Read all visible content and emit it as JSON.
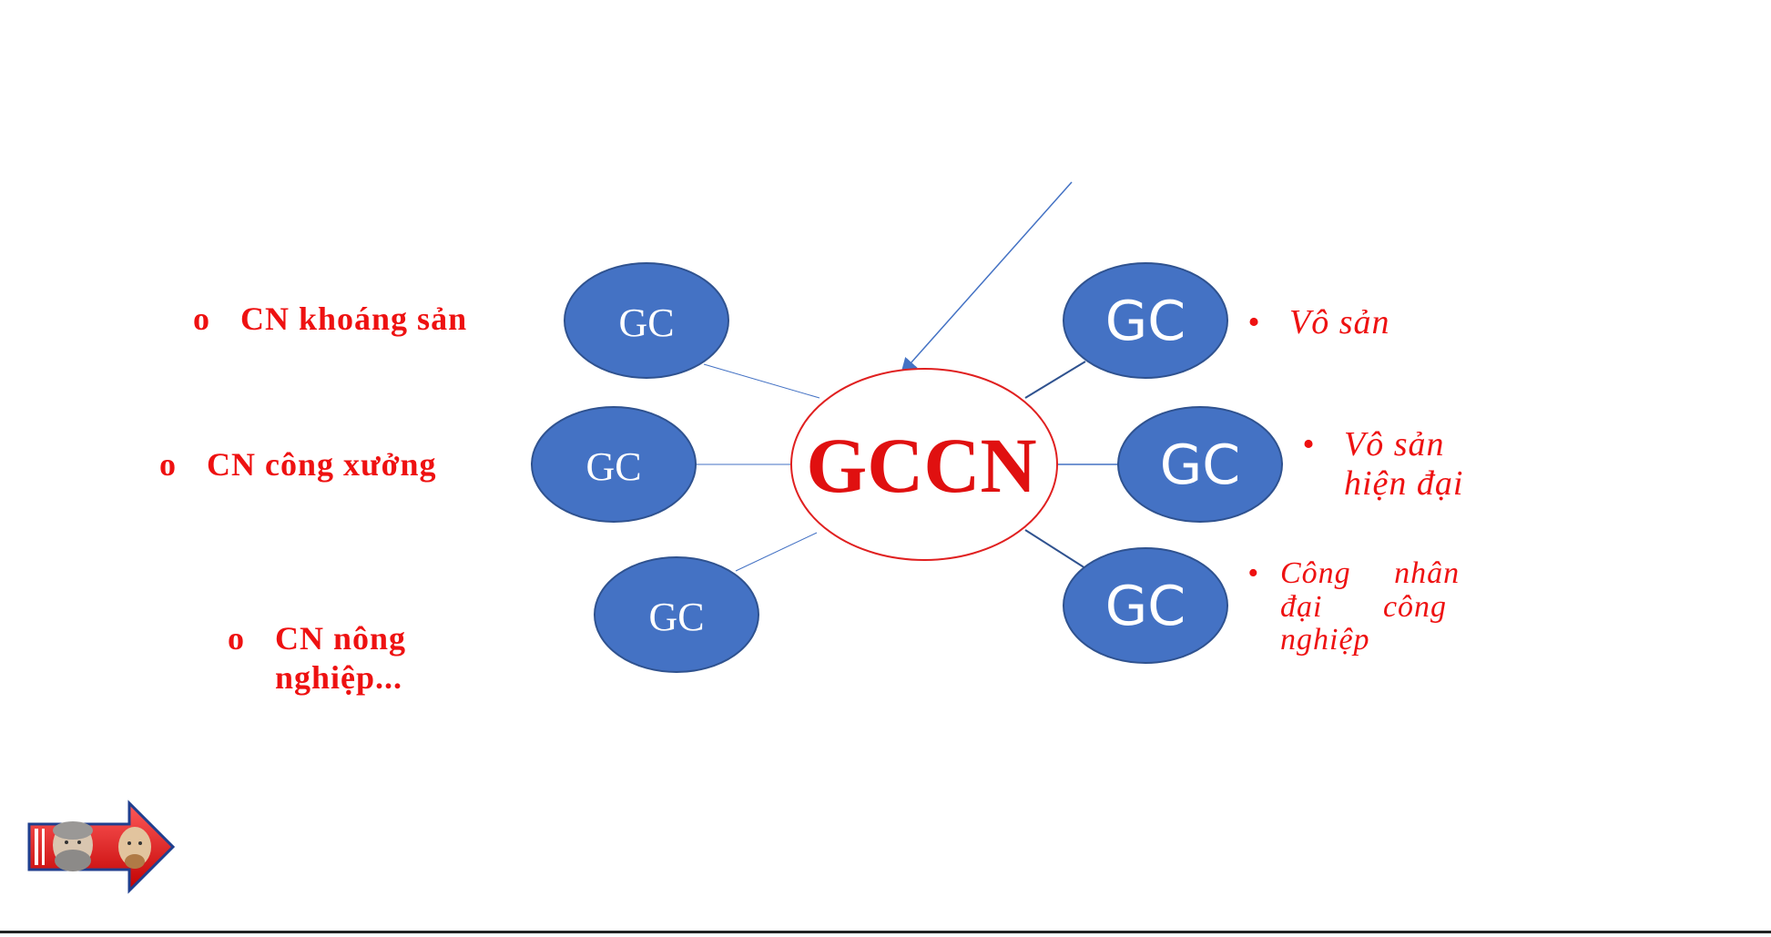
{
  "center": {
    "label": "GCCN"
  },
  "left_nodes": [
    {
      "circle_label": "GC",
      "bullet": "o",
      "lines": [
        "CN khoáng sản"
      ]
    },
    {
      "circle_label": "GC",
      "bullet": "o",
      "lines": [
        "CN công xưởng"
      ]
    },
    {
      "circle_label": "GC",
      "bullet": "o",
      "lines": [
        "CN nông",
        "nghiệp..."
      ]
    }
  ],
  "right_nodes": [
    {
      "circle_label": "GC",
      "bullet": "•",
      "lines": [
        "Vô sản"
      ]
    },
    {
      "circle_label": "GC",
      "bullet": "•",
      "lines": [
        "Vô sản",
        "hiện đại"
      ]
    },
    {
      "circle_label": "GC",
      "bullet": "•",
      "lines": [
        "Công     nhân",
        "đại       công",
        "nghiệp"
      ]
    }
  ],
  "colors": {
    "node_fill": "#4472c4",
    "node_stroke": "#2f528f",
    "center_stroke": "#e02020",
    "text_red": "#ee1111",
    "connector": "#4472c4"
  },
  "nav_icon": "next-arrow-portraits-icon"
}
